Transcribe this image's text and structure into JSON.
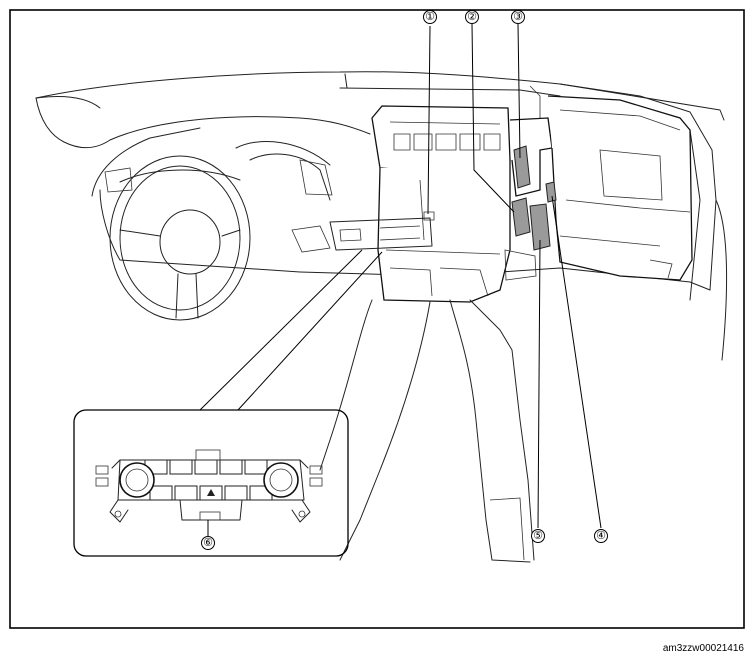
{
  "figure": {
    "code": "am3zzw00021416",
    "callouts": [
      "①",
      "②",
      "③",
      "④",
      "⑤",
      "⑥"
    ]
  }
}
